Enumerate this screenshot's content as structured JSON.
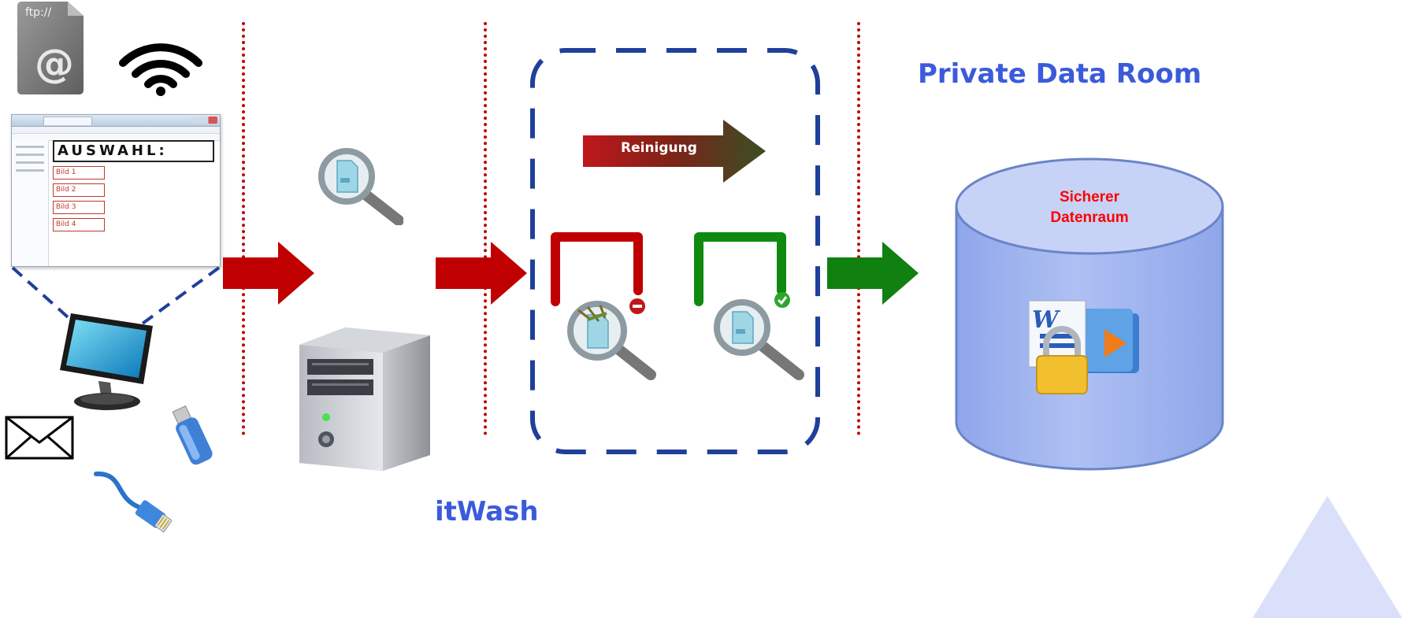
{
  "labels": {
    "private_data_room": "Private Data Room",
    "itwash": "itWash",
    "reinigung": "Reinigung",
    "sicherer": "Sicherer",
    "datenraum": "Datenraum"
  },
  "sources": {
    "ftp_label": "ftp://",
    "at_symbol": "@"
  },
  "browser": {
    "heading": "AUSWAHL:",
    "items": [
      "Bild 1",
      "Bild 2",
      "Bild 3",
      "Bild 4"
    ]
  },
  "colors": {
    "separator": "#c00000",
    "in_arrow": "#c00000",
    "out_arrow": "#108010",
    "dashed": "#1f3f9a",
    "title": "#3b5bdb",
    "cylinder": "#a9bbf0",
    "reject_bracket": "#c00000",
    "accept_bracket": "#0f8a0f"
  },
  "icons": {
    "ftp": "ftp-icon",
    "wifi": "wifi-icon",
    "browser": "browser-window-icon",
    "monitor": "monitor-icon",
    "mail": "mail-icon",
    "usb": "usb-stick-icon",
    "network_cable": "network-cable-icon",
    "file_scan": "file-scan-magnifier-icon",
    "server": "server-tower-icon",
    "infected_file": "infected-file-magnifier-icon",
    "clean_file": "clean-file-magnifier-icon",
    "database": "database-cylinder-icon",
    "locked_docs": "locked-documents-icon"
  }
}
